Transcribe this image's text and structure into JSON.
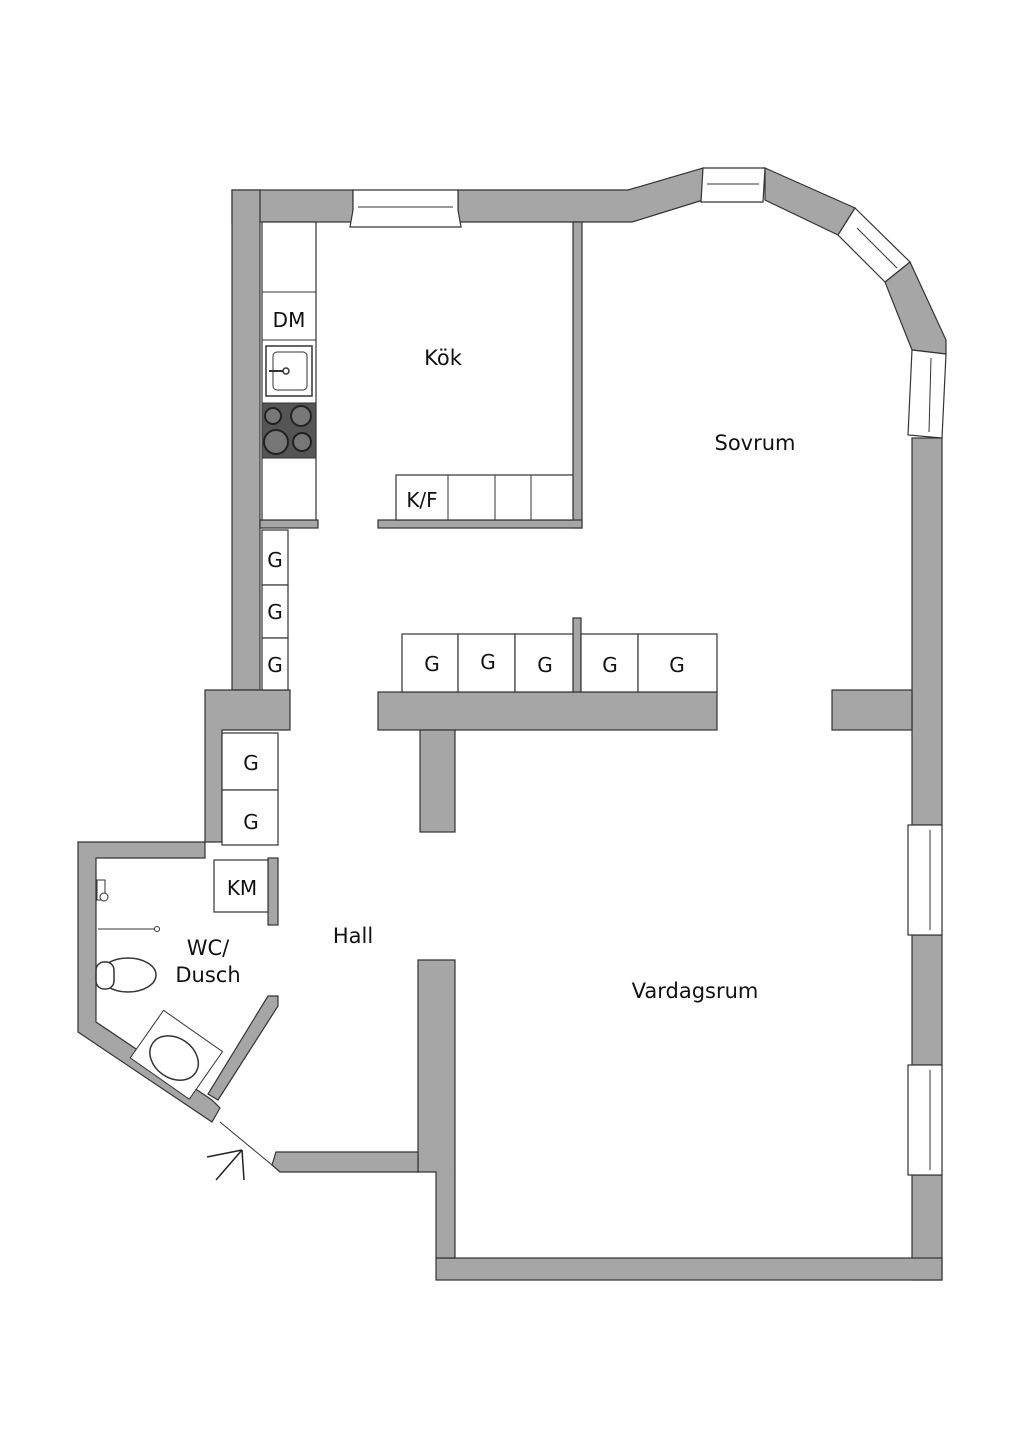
{
  "colors": {
    "wall": "#a6a6a6",
    "outline": "#333333",
    "stove": "#555555",
    "background": "#ffffff"
  },
  "rooms": {
    "kitchen": "Kök",
    "bedroom": "Sovrum",
    "living_room": "Vardagsrum",
    "hall": "Hall",
    "bathroom_line1": "WC/",
    "bathroom_line2": "Dusch"
  },
  "fixtures": {
    "dishwasher": "DM",
    "fridge_freezer": "K/F",
    "washing_machine": "KM",
    "wardrobe": "G"
  }
}
